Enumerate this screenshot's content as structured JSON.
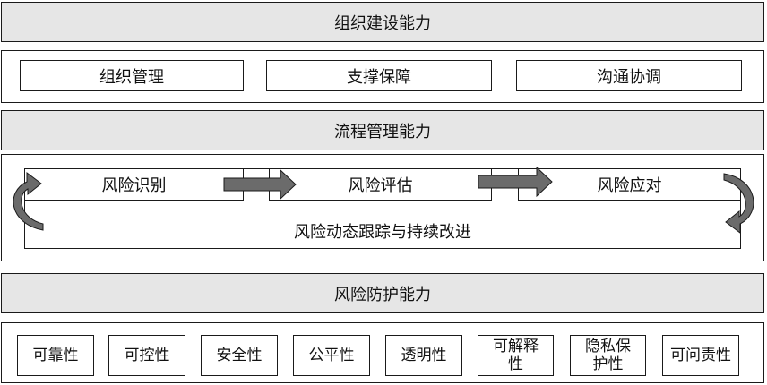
{
  "layer1": {
    "title": "组织建设能力",
    "items": [
      "组织管理",
      "支撑保障",
      "沟通协调"
    ]
  },
  "layer2": {
    "title": "流程管理能力",
    "steps": [
      "风险识别",
      "风险评估",
      "风险应对"
    ],
    "loop_label": "风险动态跟踪与持续改进"
  },
  "layer3": {
    "title": "风险防护能力",
    "items": [
      "可靠性",
      "可控性",
      "安全性",
      "公平性",
      "透明性",
      "可解释性",
      "隐私保护性",
      "可问责性"
    ]
  },
  "colors": {
    "band_fill": "#e6e6e6",
    "arrow_fill": "#6b6b6b",
    "border": "#1a1a1a"
  }
}
